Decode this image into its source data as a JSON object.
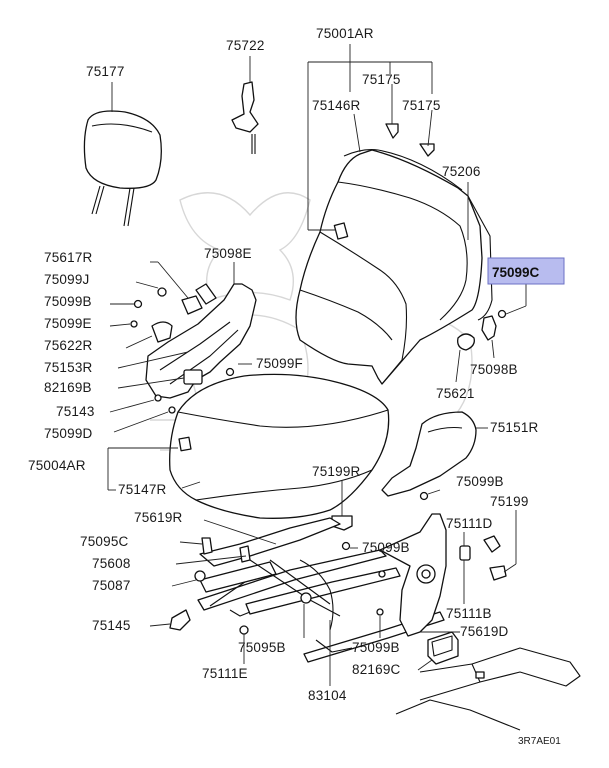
{
  "highlight_color": "#b8bcef",
  "highlighted_part": "75099C",
  "diagram_code": "3R7AE01",
  "watermark": "brand-crest",
  "parts": {
    "p75001AR": "75001AR",
    "p75722": "75722",
    "p75177": "75177",
    "p75175a": "75175",
    "p75146R": "75146R",
    "p75175b": "75175",
    "p75206": "75206",
    "p75098E": "75098E",
    "p75617R": "75617R",
    "p75099J": "75099J",
    "p75099B_a": "75099B",
    "p75099E": "75099E",
    "p75622R": "75622R",
    "p75153R": "75153R",
    "p82169B": "82169B",
    "p75099F": "75099F",
    "p75143": "75143",
    "p75099D": "75099D",
    "p75099C": "75099C",
    "p75098B": "75098B",
    "p75621": "75621",
    "p75151R": "75151R",
    "p75004AR": "75004AR",
    "p75199R": "75199R",
    "p75099B_b": "75099B",
    "p75147R": "75147R",
    "p75199": "75199",
    "p75619R": "75619R",
    "p75111D": "75111D",
    "p75095C": "75095C",
    "p75099B_c": "75099B",
    "p75608": "75608",
    "p75087": "75087",
    "p75111B": "75111B",
    "p75619D": "75619D",
    "p75145": "75145",
    "p75095B": "75095B",
    "p75099B_d": "75099B",
    "p75111E": "75111E",
    "p82169C": "82169C",
    "p83104": "83104"
  }
}
